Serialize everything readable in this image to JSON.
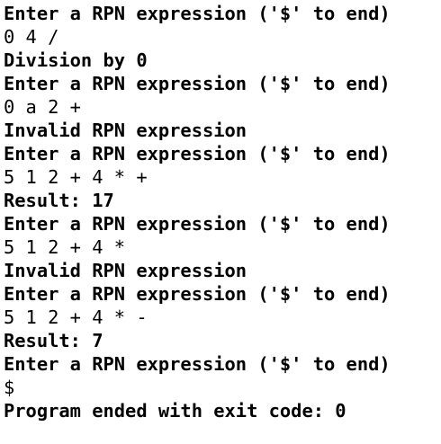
{
  "console": {
    "lines": [
      {
        "text": "Enter a RPN expression ('$' to end)",
        "kind": "prompt"
      },
      {
        "text": "0 4 /",
        "kind": "input"
      },
      {
        "text": "Division by 0",
        "kind": "output"
      },
      {
        "text": "Enter a RPN expression ('$' to end)",
        "kind": "prompt"
      },
      {
        "text": "0 a 2 +",
        "kind": "input"
      },
      {
        "text": "Invalid RPN expression",
        "kind": "output"
      },
      {
        "text": "Enter a RPN expression ('$' to end)",
        "kind": "prompt"
      },
      {
        "text": "5 1 2 + 4 * +",
        "kind": "input"
      },
      {
        "text": "Result: 17",
        "kind": "output"
      },
      {
        "text": "Enter a RPN expression ('$' to end)",
        "kind": "prompt"
      },
      {
        "text": "5 1 2 + 4 *",
        "kind": "input"
      },
      {
        "text": "Invalid RPN expression",
        "kind": "output"
      },
      {
        "text": "Enter a RPN expression ('$' to end)",
        "kind": "prompt"
      },
      {
        "text": "5 1 2 + 4 * -",
        "kind": "input"
      },
      {
        "text": "Result: 7",
        "kind": "output"
      },
      {
        "text": "Enter a RPN expression ('$' to end)",
        "kind": "prompt"
      },
      {
        "text": "$",
        "kind": "input"
      },
      {
        "text": "Program ended with exit code: 0",
        "kind": "output"
      }
    ]
  }
}
